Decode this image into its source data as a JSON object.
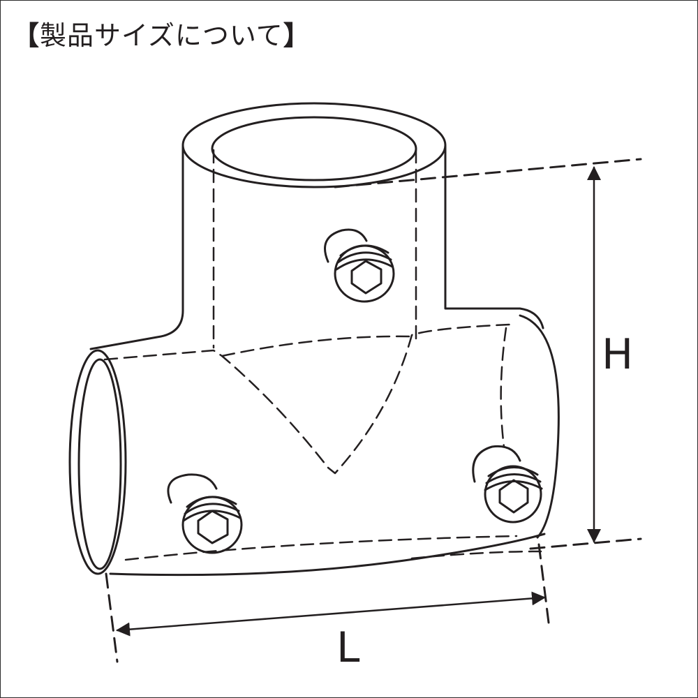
{
  "title": {
    "open_bracket": "【",
    "text": "製品サイズについて",
    "close_bracket": "】"
  },
  "dimensions": {
    "height_label": "H",
    "length_label": "L"
  },
  "colors": {
    "line": "#231f20",
    "background": "#ffffff"
  },
  "icons": {
    "fitting": "pipe-tee-fitting-icon",
    "set_screw": "hex-socket-set-screw-icon"
  }
}
